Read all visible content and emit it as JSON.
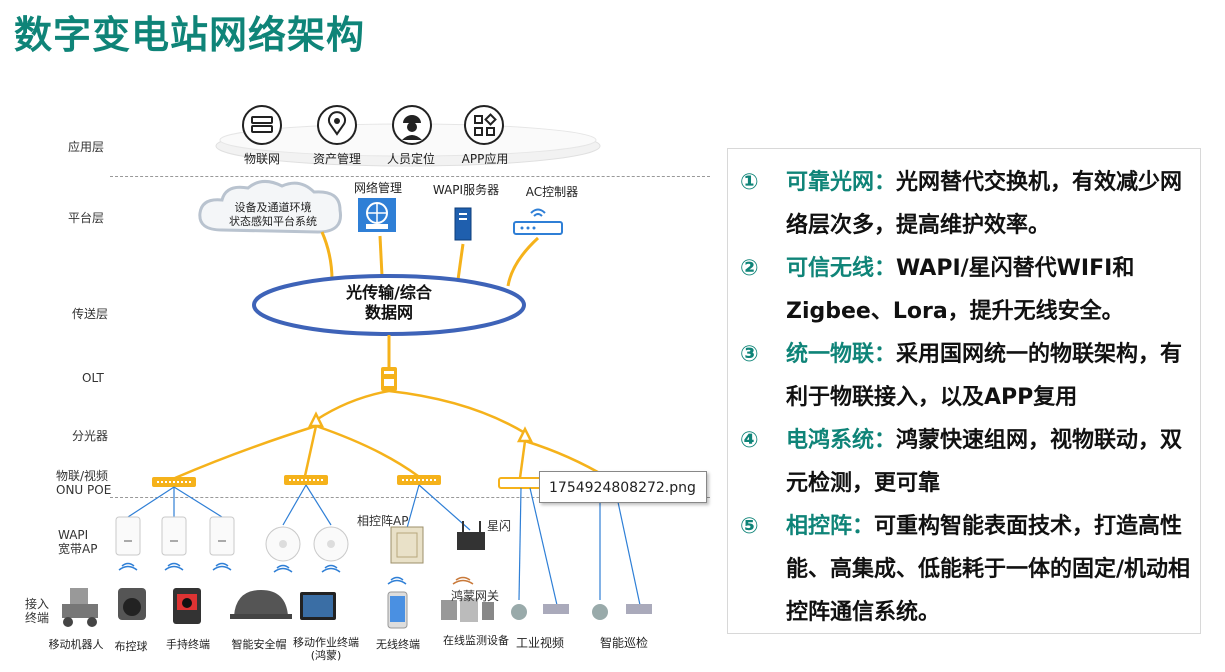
{
  "title": "数字变电站网络架构",
  "layers": {
    "app": "应用层",
    "platform": "平台层",
    "transport": "传送层",
    "olt": "OLT",
    "splitter": "分光器",
    "onu_line1": "物联/视频",
    "onu_line2": "ONU POE",
    "ap_line1": "WAPI",
    "ap_line2": "宽带AP",
    "access_line1": "接入",
    "access_line2": "终端"
  },
  "apps": [
    {
      "label": "物联网",
      "icon": "iot-router-icon"
    },
    {
      "label": "资产管理",
      "icon": "location-pin-icon"
    },
    {
      "label": "人员定位",
      "icon": "worker-helmet-icon"
    },
    {
      "label": "APP应用",
      "icon": "app-grid-icon"
    }
  ],
  "platform": {
    "cloud_line1": "设备及通道环境",
    "cloud_line2": "状态感知平台系统",
    "net_mgmt": "网络管理",
    "wapi_server": "WAPI服务器",
    "ac_controller": "AC控制器"
  },
  "transport_net": {
    "line1": "光传输/综合",
    "line2": "数据网"
  },
  "ap_labels": {
    "phased_array": "相控阵AP",
    "xingshan": "星闪",
    "hongmeng": "鸿蒙网关"
  },
  "terminals": [
    "移动机器人",
    "布控球",
    "手持终端",
    "智能安全帽",
    "移动作业终端",
    "(鸿蒙)",
    "无线终端",
    "在线监测设备",
    "工业视频",
    "智能巡检"
  ],
  "tooltip": "1754924808272.png",
  "points": [
    {
      "num": "①",
      "key": "可靠光网：",
      "text": "光网替代交换机，有效减少网络层次多，提高维护效率。"
    },
    {
      "num": "②",
      "key": "可信无线：",
      "text": "WAPI/星闪替代WIFI和Zigbee、Lora，提升无线安全。"
    },
    {
      "num": "③",
      "key": "统一物联：",
      "text": "采用国网统一的物联架构，有利于物联接入，以及APP复用"
    },
    {
      "num": "④",
      "key": "电鸿系统：",
      "text": "鸿蒙快速组网，视物联动，双元检测，更可靠"
    },
    {
      "num": "⑤",
      "key": "相控阵：",
      "text": "可重构智能表面技术，打造高性能、高集成、低能耗于一体的固定/机动相控阵通信系统。"
    }
  ],
  "colors": {
    "teal": "#0f8478",
    "fiber": "#f5b21b",
    "network_ring": "#3e63b8",
    "icon_blue": "#2f7fd6"
  }
}
